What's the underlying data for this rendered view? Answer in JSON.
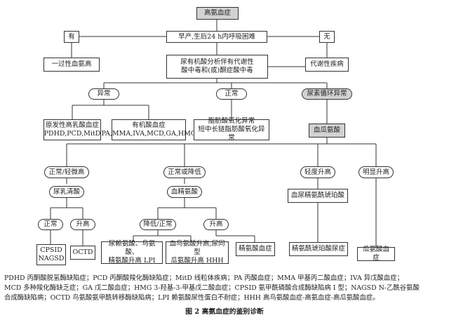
{
  "nodes": {
    "title": "高氨血症",
    "q_premature": "早产,生后24 h内呼吸困难",
    "yes": "有",
    "no": "无",
    "transient": "一过性血氨高",
    "metabolic": "代谢性疾病",
    "urine_organic": "尿有机酸分析伴有代谢性\n酸中毒和(或)酮症酸中毒",
    "abnormal": "异常",
    "normal": "正常",
    "urea_cycle_abnormal": "尿素循环异常",
    "primary_lactic": "原发性高乳酸血症\nPDHD,PCD,MitD",
    "organic_acidemia": "有机酸血症\nPA,MMA,IVA,MCD,GA,HMG",
    "fatty_acid": "脂肪酸氧化异常\n短中长链脂肪酸氧化异常",
    "plasma_amino": "血瓜氨酸",
    "normal_or_slight": "正常/轻微高",
    "normal_or_low": "正常或降低",
    "mild_high": "轻度升高",
    "marked_high": "明显升高",
    "orotic": "尿乳清酸",
    "plasma_arginine": "血精氨酸",
    "urine_asa": "血尿精氨酰琥珀酸",
    "orotic_normal": "正常",
    "orotic_high": "升高",
    "arg_low_normal": "降低/正常",
    "arg_high": "升高",
    "cpsid": "CPSID\nNAGSD",
    "octd": "OCTD",
    "lpi": "尿赖氨酸、鸟氨酸、\n精氨酸升高  LPI",
    "hhh": "血鸟氨酸升高,尿同型\n瓜氨酸升高  HHH",
    "argininemia": "精氨酸血症",
    "asa_aciduria": "精氨酰琥珀酸尿症",
    "citrullinemia": "瓜氨酸血症"
  },
  "footer": {
    "line1": "PDHD 丙酮酸脱氢酶缺陷症；PCD 丙酮酸羧化酶缺陷症；MitD 线粒体疾病；PA 丙酸血症；MMA 甲基丙二酸血症；IVA 异戊酸血症；",
    "line2": "MCD 多种羧化酶缺乏症；GA 戊二酸血症；HMG 3-羟基-3-甲基戊二酸血症；CPSID 氨甲酰磷酸合成酶缺陷病 Ⅰ 型；NAGSD N-乙酰谷氨酸",
    "line3": "合成酶缺陷病；OCTD 鸟氨酸氨甲酰转移酶缺陷病；LPI 赖氨酸尿性蛋白不耐症；HHH 高鸟氨酸血症-高氨血症-高瓜氨酸血症。",
    "caption": "图 2    高氨血症的鉴别诊断"
  }
}
